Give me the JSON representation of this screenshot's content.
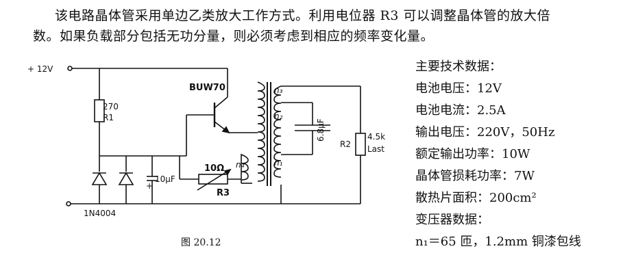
{
  "intro": {
    "line1": "该电路晶体管采用单边乙类放大工作方式。利用电位器 R3 可以调整晶体管的放大倍",
    "line2": "数。如果负载部分包括无功分量，则必须考虑到相应的频率变化量。"
  },
  "specs": {
    "title": "主要技术数据：",
    "battery_voltage": "电池电压：12V",
    "battery_current": "电池电流：2.5A",
    "output_voltage": "输出电压：220V，50Hz",
    "rated_power": "额定输出功率：10W",
    "transistor_loss": "晶体管损耗功率：7W",
    "heatsink": "散热片面积：200cm²",
    "transformer_title": "变压器数据：",
    "n1_spec": "n₁＝65 匝，1.2mm 铜漆包线"
  },
  "circuit": {
    "vcc": "+ 12V",
    "r1_value": "270",
    "r1_name": "R1",
    "transistor": "BUW70",
    "cap_value": "10μF",
    "cap_plus": "+",
    "diode_part": "1N4004",
    "r3_value": "10Ω",
    "r3_name": "R3",
    "n1": "n₁",
    "n2": "n₂",
    "n3": "n₃",
    "n4": "n₄",
    "c_out": "6.8μF",
    "r2_value": "4.5k",
    "r2_load": "Last",
    "r2_name": "R2"
  },
  "caption": "图 20.12"
}
